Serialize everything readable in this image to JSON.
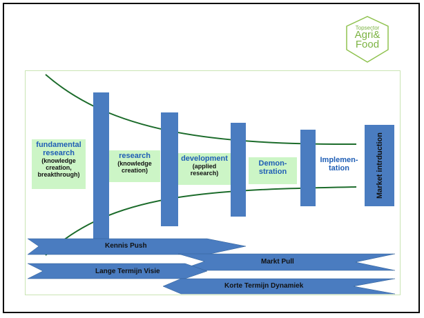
{
  "logo": {
    "line1": "Topsector",
    "line2": "Agri&",
    "line3": "Food"
  },
  "stages": [
    {
      "title": "fundamental research",
      "detail": "(knowledge creation, breakthrough)"
    },
    {
      "title": "research",
      "detail": "(knowledge creation)"
    },
    {
      "title": "development",
      "detail": "(applied research)"
    },
    {
      "title": "Demon-stration",
      "detail": ""
    },
    {
      "title": "Implemen-tation",
      "detail": ""
    },
    {
      "title": "Market intrduction",
      "detail": ""
    }
  ],
  "arrows": [
    {
      "label": "Kennis Push",
      "direction": "right"
    },
    {
      "label": "Markt Pull",
      "direction": "left"
    },
    {
      "label": "Lange Termijn Visie",
      "direction": "right"
    },
    {
      "label": "Korte Termijn Dynamiek",
      "direction": "left"
    }
  ],
  "colors": {
    "bar": "#4a7cc0",
    "stage_bg": "#ccf5c6",
    "stage_text": "#1f5eb5",
    "curve": "#1b6b2a",
    "logo": "#7cb342"
  }
}
